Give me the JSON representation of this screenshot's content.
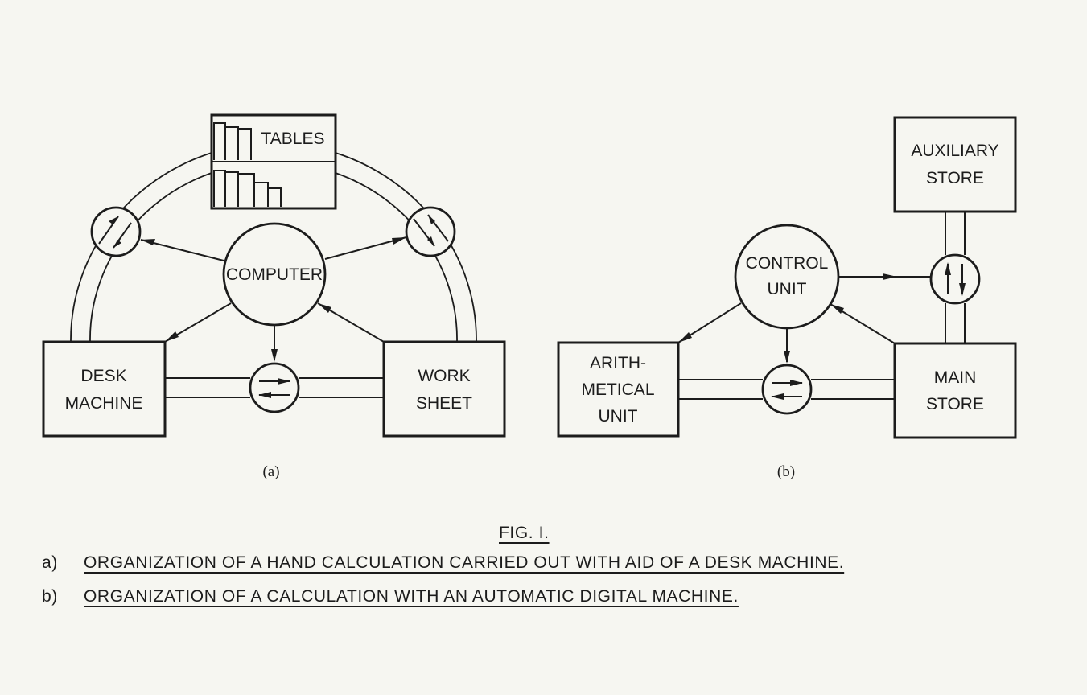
{
  "figure": {
    "title": "FIG. I.",
    "panel_a": {
      "label": "(a)",
      "tables": "TABLES",
      "computer": "COMPUTER",
      "desk_machine": [
        "DESK",
        "MACHINE"
      ],
      "work_sheet": [
        "WORK",
        "SHEET"
      ]
    },
    "panel_b": {
      "label": "(b)",
      "auxiliary_store": [
        "AUXILIARY",
        "STORE"
      ],
      "control_unit": [
        "CONTROL",
        "UNIT"
      ],
      "arithmetical_unit": [
        "ARITH-",
        "METICAL",
        "UNIT"
      ],
      "main_store": [
        "MAIN",
        "STORE"
      ]
    },
    "captions": [
      {
        "key": "a)",
        "text": "ORGANIZATION OF A HAND CALCULATION CARRIED OUT WITH AID OF A DESK MACHINE."
      },
      {
        "key": "b)",
        "text": "ORGANIZATION OF A CALCULATION WITH AN AUTOMATIC DIGITAL MACHINE."
      }
    ]
  }
}
